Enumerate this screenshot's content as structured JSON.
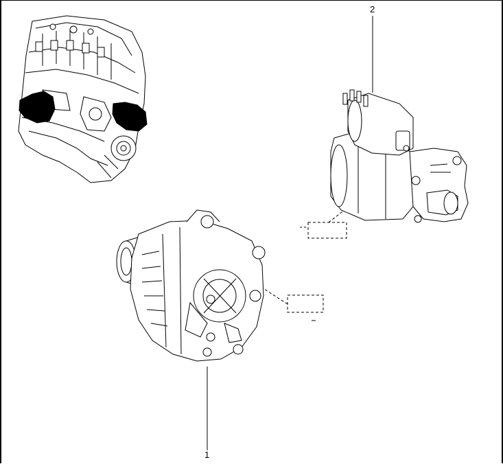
{
  "callouts": {
    "part_1": "1",
    "part_2": "2"
  },
  "parts": {
    "engine_block": "engine-block-illustration",
    "alternator": "alternator-illustration",
    "starter_motor": "starter-motor-illustration"
  },
  "colors": {
    "line": "#000000",
    "background": "#ffffff",
    "highlight": "#000000"
  }
}
